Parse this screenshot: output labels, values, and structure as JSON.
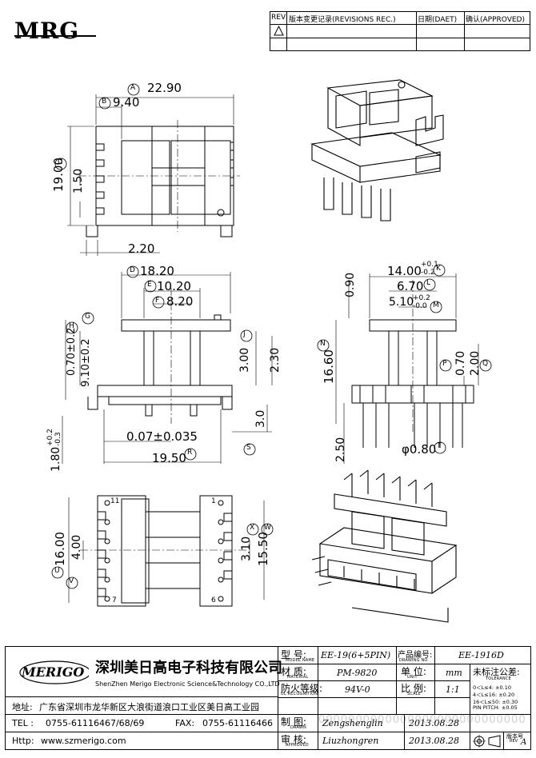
{
  "logo": {
    "text": "MRG"
  },
  "revision_table": {
    "headers": {
      "rev": "REV",
      "record": "版本变更记录(REVISIONS REC.)",
      "date": "日期(DAET)",
      "approved": "确认(APPROVED)"
    }
  },
  "dimensions": {
    "top": {
      "a": "22.90",
      "a_tag": "A",
      "b": "9.40",
      "b_tag": "B",
      "c": "19.00",
      "c_tag": "C",
      "c_small": "1.50",
      "bottom": "2.20"
    },
    "front": {
      "d": "18.20",
      "d_tag": "D",
      "e": "10.20",
      "e_tag": "E",
      "f": "8.20",
      "f_tag": "F",
      "g_tag": "G",
      "h_tag": "H",
      "h_val": "0.70±0.2",
      "h_val2": "9.10±0.2",
      "j_tag": "J",
      "j_val": "3.00",
      "j_val2": "2.30",
      "tol": "0.07±0.035",
      "r": "19.50",
      "r_tag": "R",
      "s_tag": "S",
      "s_val": "3.0",
      "pin_len": "1.80",
      "pin_sup": "+0.2",
      "pin_sub": "-0.3"
    },
    "side": {
      "k": "14.00",
      "k_sup": "+0.1",
      "k_sub": "-0.2",
      "k_tag": "K",
      "l": "6.70",
      "l_tag": "L",
      "m": "5.10",
      "m_sup": "+0.2",
      "m_sub": "-0.0",
      "m_tag": "M",
      "top_small": "0.90",
      "n": "16.60",
      "n_tag": "N",
      "p": "0.70",
      "p_tag": "P",
      "q": "2.00",
      "q_tag": "Q",
      "t": "φ0.80",
      "t_tag": "T",
      "bottom": "2.50"
    },
    "bottom": {
      "u": "16.00",
      "u_tag": "U",
      "v": "4.00",
      "v_tag": "V",
      "w": "15.50",
      "w_tag": "W",
      "x": "3.10",
      "x_tag": "X",
      "pin_11": "11",
      "pin_7": "7",
      "pin_1": "1",
      "pin_6": "6"
    }
  },
  "company": {
    "brand": "MERIGO",
    "name_cn": "深圳美日高电子科技有限公司",
    "name_en": "ShenZhen Merigo Electronic Science&Technology CO.,LTD",
    "address_label": "地址:",
    "address": "广东省深圳市龙华新区大浪街道浪口工业区美日高工业园",
    "tel_label": "TEL :",
    "tel": "0755-61116467/68/69",
    "fax_label": "FAX:",
    "fax": "0755-61116466",
    "http_label": "Http:",
    "http": "www.szmerigo.com"
  },
  "title_block": {
    "model_label": "型 号:",
    "model_sub": "MODEL NAME",
    "model_val": "EE-19(6+5PIN)",
    "drawing_label": "产品编号:",
    "drawing_sub": "DRAWING NO.",
    "drawing_val": "EE-1916D",
    "material_label": "材 质:",
    "material_sub": "MATERIAL",
    "material_val": "PM-9820",
    "unit_label": "单 位:",
    "unit_sub": "UNIT",
    "unit_val": "mm",
    "fire_label": "防火等级:",
    "fire_sub": "UL RECOGNITION",
    "fire_val": "94V-0",
    "scale_label": "比 例:",
    "scale_sub": "SCALE",
    "scale_val": "1:1",
    "tol_label": "未标注公差:",
    "tol_sub": "TOLERANCE",
    "tol_rows": [
      "0＜L≤4:    ±0.10",
      "4＜L≤16:  ±0.20",
      "16＜L≤50: ±0.30",
      "PIN PITCH: ±0.05"
    ],
    "drawn_label": "制 图:",
    "drawn_sub": "DRAWN",
    "drawn_val": "Zengshenglin",
    "drawn_date": "2013.08.28",
    "approved_label": "审 核:",
    "approved_sub": "APPROVED",
    "approved_val": "Liuzhongren",
    "approved_date": "2013.08.28",
    "version_label": "版本号",
    "version_sub": "REV",
    "version_val": "A"
  },
  "watermark": "0000000000000000000000000000"
}
